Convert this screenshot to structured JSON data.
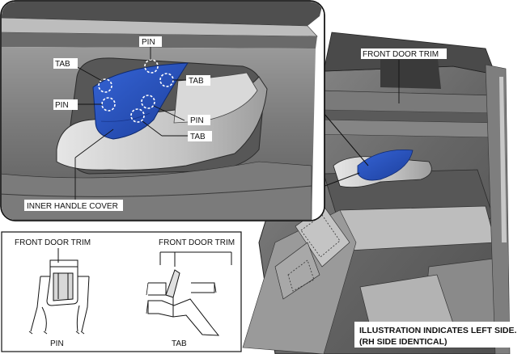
{
  "labels": {
    "pin_top": "PIN",
    "tab_upper_left": "TAB",
    "tab_upper_right": "TAB",
    "pin_left": "PIN",
    "pin_right": "PIN",
    "tab_lower": "TAB",
    "inner_handle_cover": "INNER HANDLE COVER",
    "front_door_trim_main": "FRONT DOOR TRIM",
    "front_door_trim_pin_detail": "FRONT DOOR TRIM",
    "front_door_trim_tab_detail": "FRONT DOOR TRIM",
    "pin_caption": "PIN",
    "tab_caption": "TAB"
  },
  "note": {
    "line1": "ILLUSTRATION INDICATES LEFT SIDE.",
    "line2": "(RH SIDE IDENTICAL)"
  },
  "colors": {
    "cover_blue": "#2a57c4",
    "cover_blue_dark": "#1e3f9a",
    "panel_gray": "#6c6c6c",
    "panel_light": "#c9c9c9"
  }
}
